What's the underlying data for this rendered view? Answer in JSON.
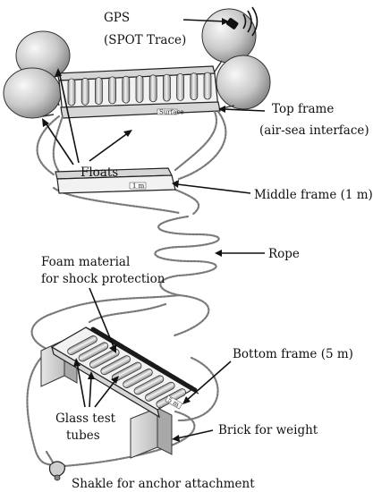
{
  "labels": {
    "gps_line1": "GPS",
    "gps_line2": "(SPOT Trace)",
    "top_frame_line1": "Top frame",
    "top_frame_line2": "(air-sea interface)",
    "floats": "Floats",
    "middle_frame": "Middle frame (1 m)",
    "rope": "Rope",
    "foam_line1": "Foam material",
    "foam_line2": "for shock protection",
    "bottom_frame": "Bottom frame (5 m)",
    "glass_line1": "Glass test",
    "glass_line2": "tubes",
    "brick": "Brick for weight",
    "shackle": "Shakle for anchor attachment"
  },
  "frame_markings": {
    "top_frame": "Surface",
    "middle_frame": "1 m",
    "bottom_frame": "5 m"
  },
  "colors": {
    "ink": "#111111",
    "float_light": "#f4f4f4",
    "float_dark": "#8c8c8c",
    "tube_light": "#eeeeee",
    "tube_dark": "#9a9a9a",
    "chain": "#7a7a7a"
  }
}
